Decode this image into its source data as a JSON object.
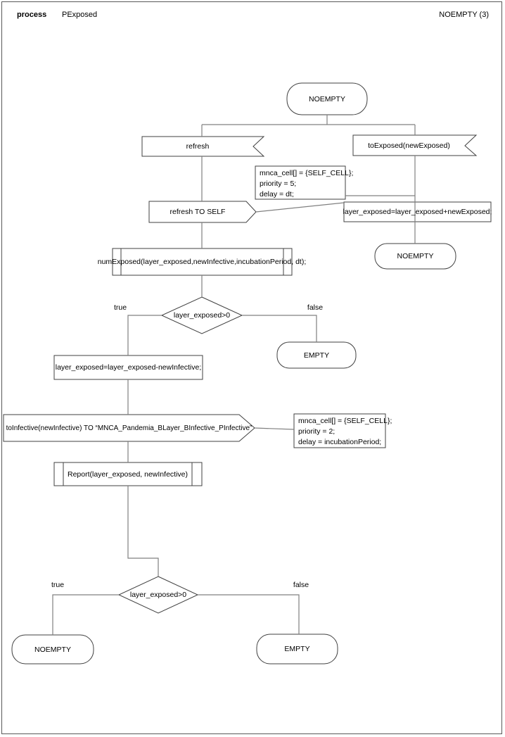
{
  "header": {
    "process_label": "process",
    "process_name": "PExposed",
    "state_ref": "NOEMPTY (3)"
  },
  "nodes": {
    "start_state": "NOEMPTY",
    "refresh_input": "refresh",
    "toexposed_input": "toExposed(newExposed)",
    "code_refresh": {
      "line1": "mnca_cell[] = {SELF_CELL};",
      "line2": "priority = 5;",
      "line3": "delay = dt;"
    },
    "refresh_send": "refresh TO SELF",
    "add_exposed_action": "layer_exposed=layer_exposed+newExposed;",
    "noempty_right": "NOEMPTY",
    "numexposed_call": "numExposed(layer_exposed,newInfective,incubationPeriod, dt);",
    "decision_top": {
      "condition": "layer_exposed>0",
      "true_label": "true",
      "false_label": "false"
    },
    "empty_right": "EMPTY",
    "subtract_action": "layer_exposed=layer_exposed-newInfective;",
    "toinfective_send": "toInfective(newInfective) TO “MNCA_Pandemia_BLayer_BInfective_PInfective”",
    "code_infective": {
      "line1": "mnca_cell[] = {SELF_CELL};",
      "line2": "priority = 2;",
      "line3": "delay = incubationPeriod;"
    },
    "report_call": "Report(layer_exposed, newInfective)",
    "decision_bottom": {
      "condition": "layer_exposed>0",
      "true_label": "true",
      "false_label": "false"
    },
    "noempty_bottom": "NOEMPTY",
    "empty_bottom": "EMPTY"
  },
  "colors": {
    "shape_stroke": "#404040",
    "connector": "#808080",
    "background": "#ffffff",
    "text": "#000000"
  }
}
